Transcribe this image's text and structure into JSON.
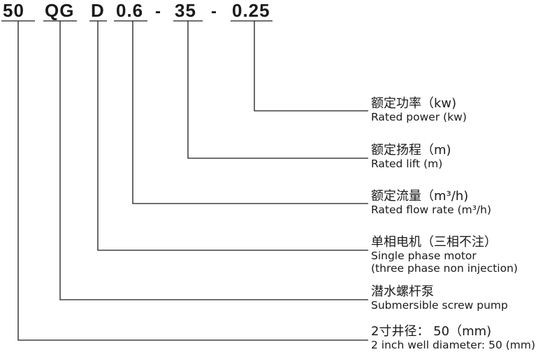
{
  "model_code": {
    "parts": [
      "50",
      "QG",
      "D",
      "0.6",
      "35",
      "0.25"
    ],
    "separator": "-"
  },
  "annotations": [
    {
      "zh": "额定功率（kw)",
      "en": [
        "Rated power (kw)"
      ]
    },
    {
      "zh": "额定扬程（m)",
      "en": [
        "Rated lift (m)"
      ]
    },
    {
      "zh": "额定流量（m³/h)",
      "en": [
        "Rated flow rate (m³/h)"
      ]
    },
    {
      "zh": "单相电机（三相不注）",
      "en": [
        "Single phase motor",
        "(three phase non injection)"
      ]
    },
    {
      "zh": "潜水螺杆泵",
      "en": [
        "Submersible screw pump"
      ]
    },
    {
      "zh": "2寸井径： 50（mm)",
      "en": [
        "2 inch well diameter: 50 (mm)"
      ]
    }
  ],
  "colors": {
    "text": "#1a1a1a",
    "lines": "#1a1a1a",
    "background": "#ffffff"
  }
}
